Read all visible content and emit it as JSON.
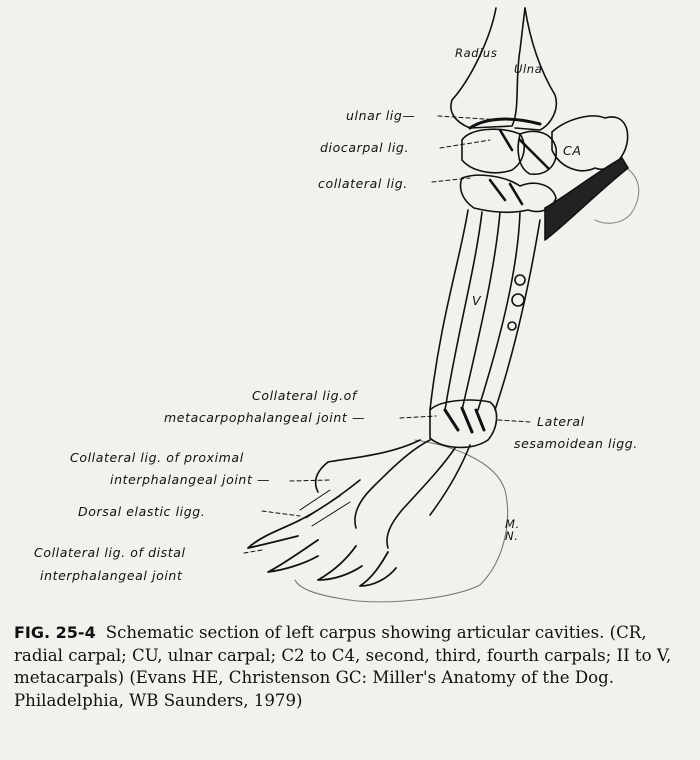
{
  "labels": {
    "radius": "Radius",
    "ulna": "Ulna",
    "ulnar_lig": "ulnar lig—",
    "diocarpal_lig": "diocarpal lig.",
    "collateral_lig": "collateral lig.",
    "ca": "CA",
    "v": "V",
    "collateral_mcp_1": "Collateral lig.of",
    "collateral_mcp_2": "metacarpophalangeal joint —",
    "lateral_sesamoid_1": "Lateral",
    "lateral_sesamoid_2": "sesamoidean ligg.",
    "collateral_pip_1": "Collateral lig. of proximal",
    "collateral_pip_2": "interphalangeal joint —",
    "dorsal_elastic": "Dorsal elastic ligg.",
    "collateral_dip_1": "Collateral lig. of distal",
    "collateral_dip_2": "interphalangeal joint",
    "signature": "M. N."
  },
  "caption": {
    "fig_number": "FIG. 25-4",
    "text": "Schematic section of left carpus showing articular cavities. (CR, radial carpal; CU, ulnar carpal; C2 to C4, second, third, fourth carpals; II to V, metacarpals) (Evans HE, Christenson GC: Miller's Anatomy of the Dog. Philadelphia, WB Saunders, 1979)"
  }
}
